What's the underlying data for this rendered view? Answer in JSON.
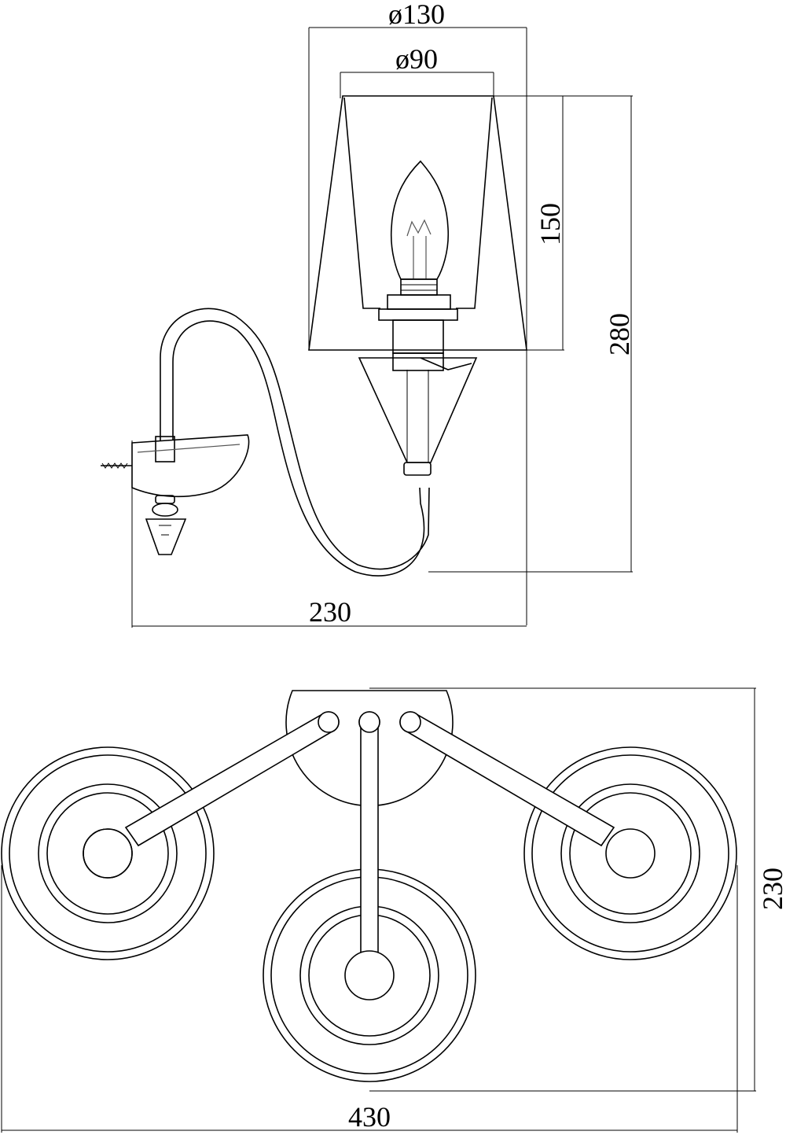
{
  "dimensions": {
    "shade_outer_diameter": "ø130",
    "shade_inner_diameter": "ø90",
    "shade_height": "150",
    "total_height": "280",
    "side_depth": "230",
    "top_width": "430",
    "top_depth": "230"
  }
}
